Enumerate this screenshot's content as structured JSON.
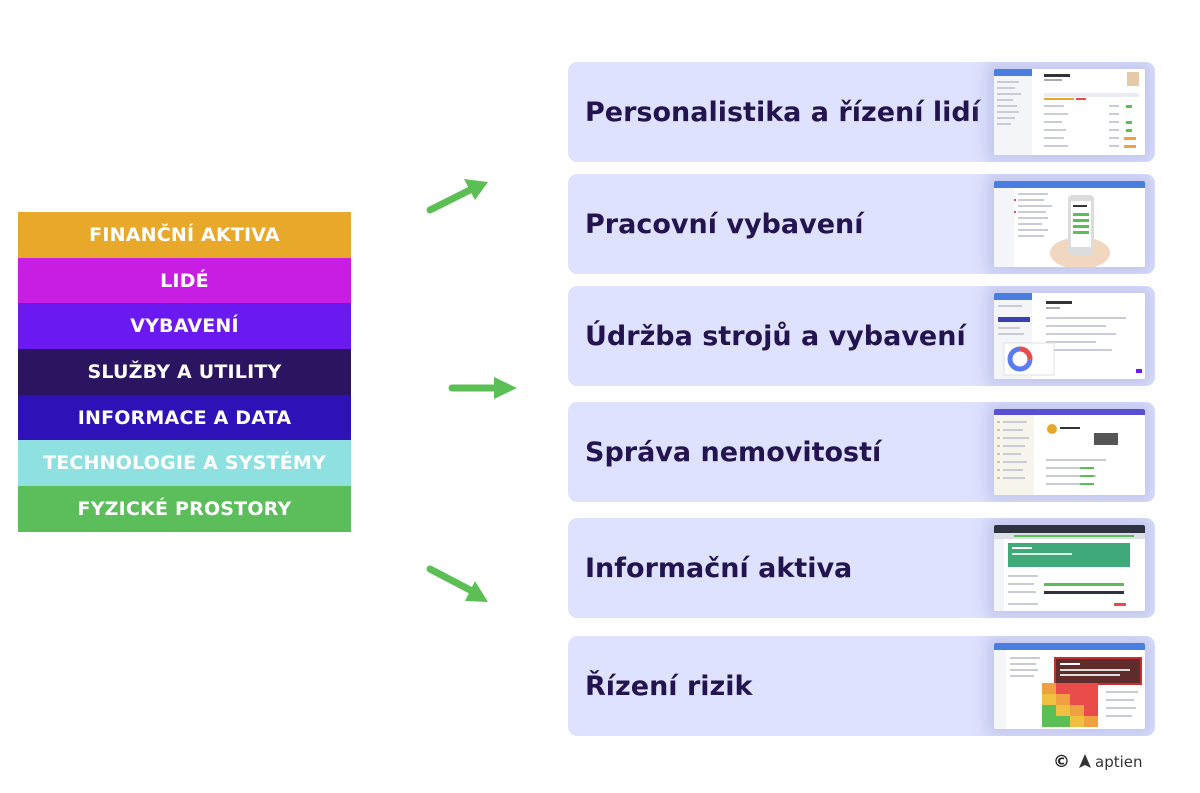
{
  "categories": [
    {
      "label": "FINANČNÍ AKTIVA",
      "color": "#e8a92a"
    },
    {
      "label": "LIDÉ",
      "color": "#c81ee3"
    },
    {
      "label": "VYBAVENÍ",
      "color": "#6a19f0"
    },
    {
      "label": "SLUŽBY A UTILITY",
      "color": "#2b1460"
    },
    {
      "label": "INFORMACE A DATA",
      "color": "#2e12b8"
    },
    {
      "label": "TECHNOLOGIE A SYSTÉMY",
      "color": "#8fe0e0"
    },
    {
      "label": "FYZICKÉ PROSTORY",
      "color": "#5bbe5b"
    }
  ],
  "modules": [
    {
      "title": "Personalistika a řízení lidí",
      "icon": "hr-screenshot-thumbnail"
    },
    {
      "title": "Pracovní vybavení",
      "icon": "equipment-screenshot-thumbnail"
    },
    {
      "title": "Údržba strojů a vybavení",
      "icon": "maintenance-screenshot-thumbnail"
    },
    {
      "title": "Správa nemovitostí",
      "icon": "property-screenshot-thumbnail"
    },
    {
      "title": "Informační aktiva",
      "icon": "information-assets-screenshot-thumbnail"
    },
    {
      "title": "Řízení rizik",
      "icon": "risk-matrix-screenshot-thumbnail"
    }
  ],
  "colors": {
    "arrow": "#5cbf55",
    "card_bg": "#dfe2ff",
    "card_text": "#23134f"
  },
  "footer": {
    "copyright": "©",
    "brand": "aptien"
  }
}
